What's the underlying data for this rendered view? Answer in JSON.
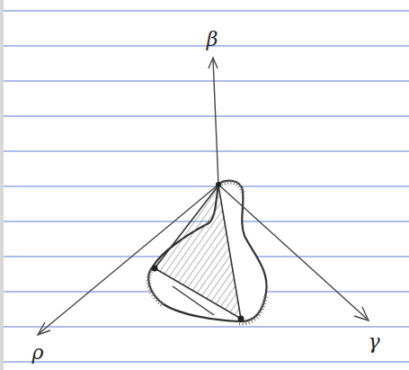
{
  "diagram": {
    "labels": [
      "β",
      "ρ",
      "γ"
    ]
  }
}
